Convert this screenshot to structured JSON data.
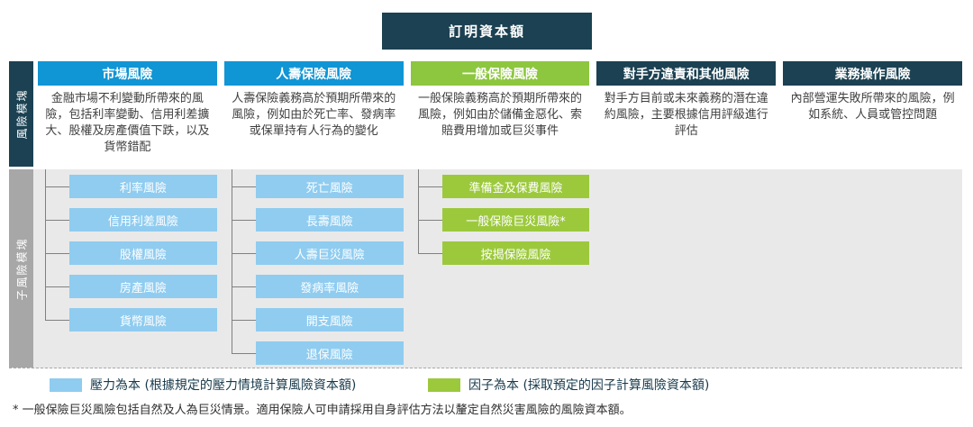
{
  "title": "訂明資本額",
  "side_labels": {
    "top": "風險模塊",
    "bottom": "子風險模塊"
  },
  "modules": [
    {
      "name": "市場風險",
      "style": "blue",
      "description": "金融市場不利變動所帶來的風險，包括利率變動、信用利差擴大、股權及房產價值下跌，以及貨幣錯配",
      "sub_risks": [
        "利率風險",
        "信用利差風險",
        "股權風險",
        "房產風險",
        "貨幣風險"
      ]
    },
    {
      "name": "人壽保險風險",
      "style": "blue",
      "description": "人壽保險義務高於預期所帶來的風險，例如由於死亡率、發病率或保單持有人行為的變化",
      "sub_risks": [
        "死亡風險",
        "長壽風險",
        "人壽巨災風險",
        "發病率風險",
        "開支風險",
        "退保風險"
      ]
    },
    {
      "name": "一般保險風險",
      "style": "green",
      "description": "一般保險義務高於預期所帶來的風險，例如由於儲備金惡化、索賠費用增加或巨災事件",
      "sub_risks": [
        "準備金及保費風險",
        "一般保險巨災風險*",
        "按揭保險風險"
      ]
    },
    {
      "name": "對手方違責和其他風險",
      "style": "dark",
      "description": "對手方目前或未來義務的潛在違約風險，主要根據信用評級進行評估",
      "sub_risks": []
    },
    {
      "name": "業務操作風險",
      "style": "dark",
      "description": "內部營運失敗所帶來的風險，例如系統、人員或管控問題",
      "sub_risks": []
    }
  ],
  "legend": [
    {
      "color": "#8fccf0",
      "label": "壓力為本 (根據規定的壓力情境計算風險資本額)"
    },
    {
      "color": "#9cc93c",
      "label": "因子為本 (採取預定的因子計算風險資本額)"
    }
  ],
  "footnote": "* 一般保險巨災風險包括自然及人為巨災情景。適用保險人可申請採用自身評估方法以釐定自然災害風險的風險資本額。",
  "colors": {
    "navy": "#1b4152",
    "blue": "#1095d5",
    "light_blue": "#8fccf0",
    "green": "#8dc63f",
    "light_green": "#9cc93c",
    "gray_side": "#a7a7a7",
    "panel_gray": "#e9e9e9",
    "line": "#808080"
  }
}
